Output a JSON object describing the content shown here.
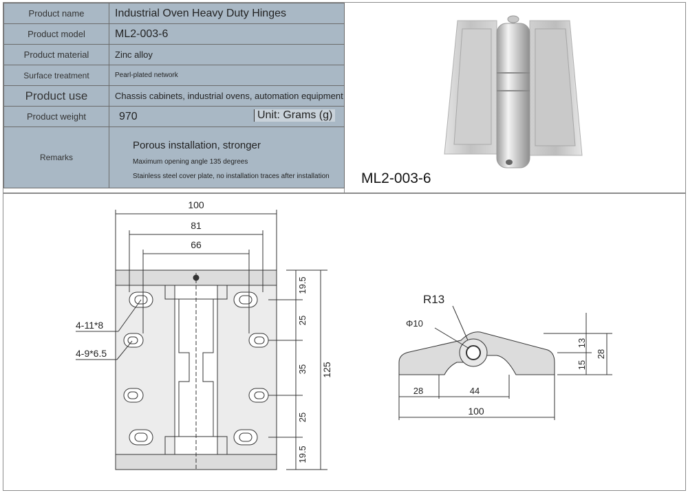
{
  "spec_table": {
    "rows": [
      {
        "label": "Product name",
        "value": "Industrial Oven Heavy Duty Hinges"
      },
      {
        "label": "Product model",
        "value": "ML2-003-6"
      },
      {
        "label": "Product material",
        "value": "Zinc alloy"
      },
      {
        "label": "Surface treatment",
        "value": "Pearl-plated network"
      },
      {
        "label": "Product use",
        "value": "Chassis cabinets, industrial ovens, automation equipment"
      },
      {
        "label": "Product weight",
        "value": "970",
        "unit": "Unit: Grams (g)"
      }
    ],
    "remarks_label": "Remarks",
    "remarks": [
      "Porous installation, stronger",
      "Maximum opening angle 135 degrees",
      "Stainless steel cover plate, no installation traces after installation"
    ]
  },
  "photo": {
    "caption": "ML2-003-6"
  },
  "front_drawing": {
    "widths": [
      "100",
      "81",
      "66"
    ],
    "heights": [
      "19.5",
      "25",
      "35",
      "25",
      "19.5"
    ],
    "total_height": "125",
    "hole_callouts": [
      "4-11*8",
      "4-9*6.5"
    ]
  },
  "side_drawing": {
    "radius": "R13",
    "diameter": "Φ10",
    "right_dims": [
      "13",
      "15",
      "28"
    ],
    "bottom_dims": [
      "28",
      "44"
    ],
    "total_width": "100"
  }
}
